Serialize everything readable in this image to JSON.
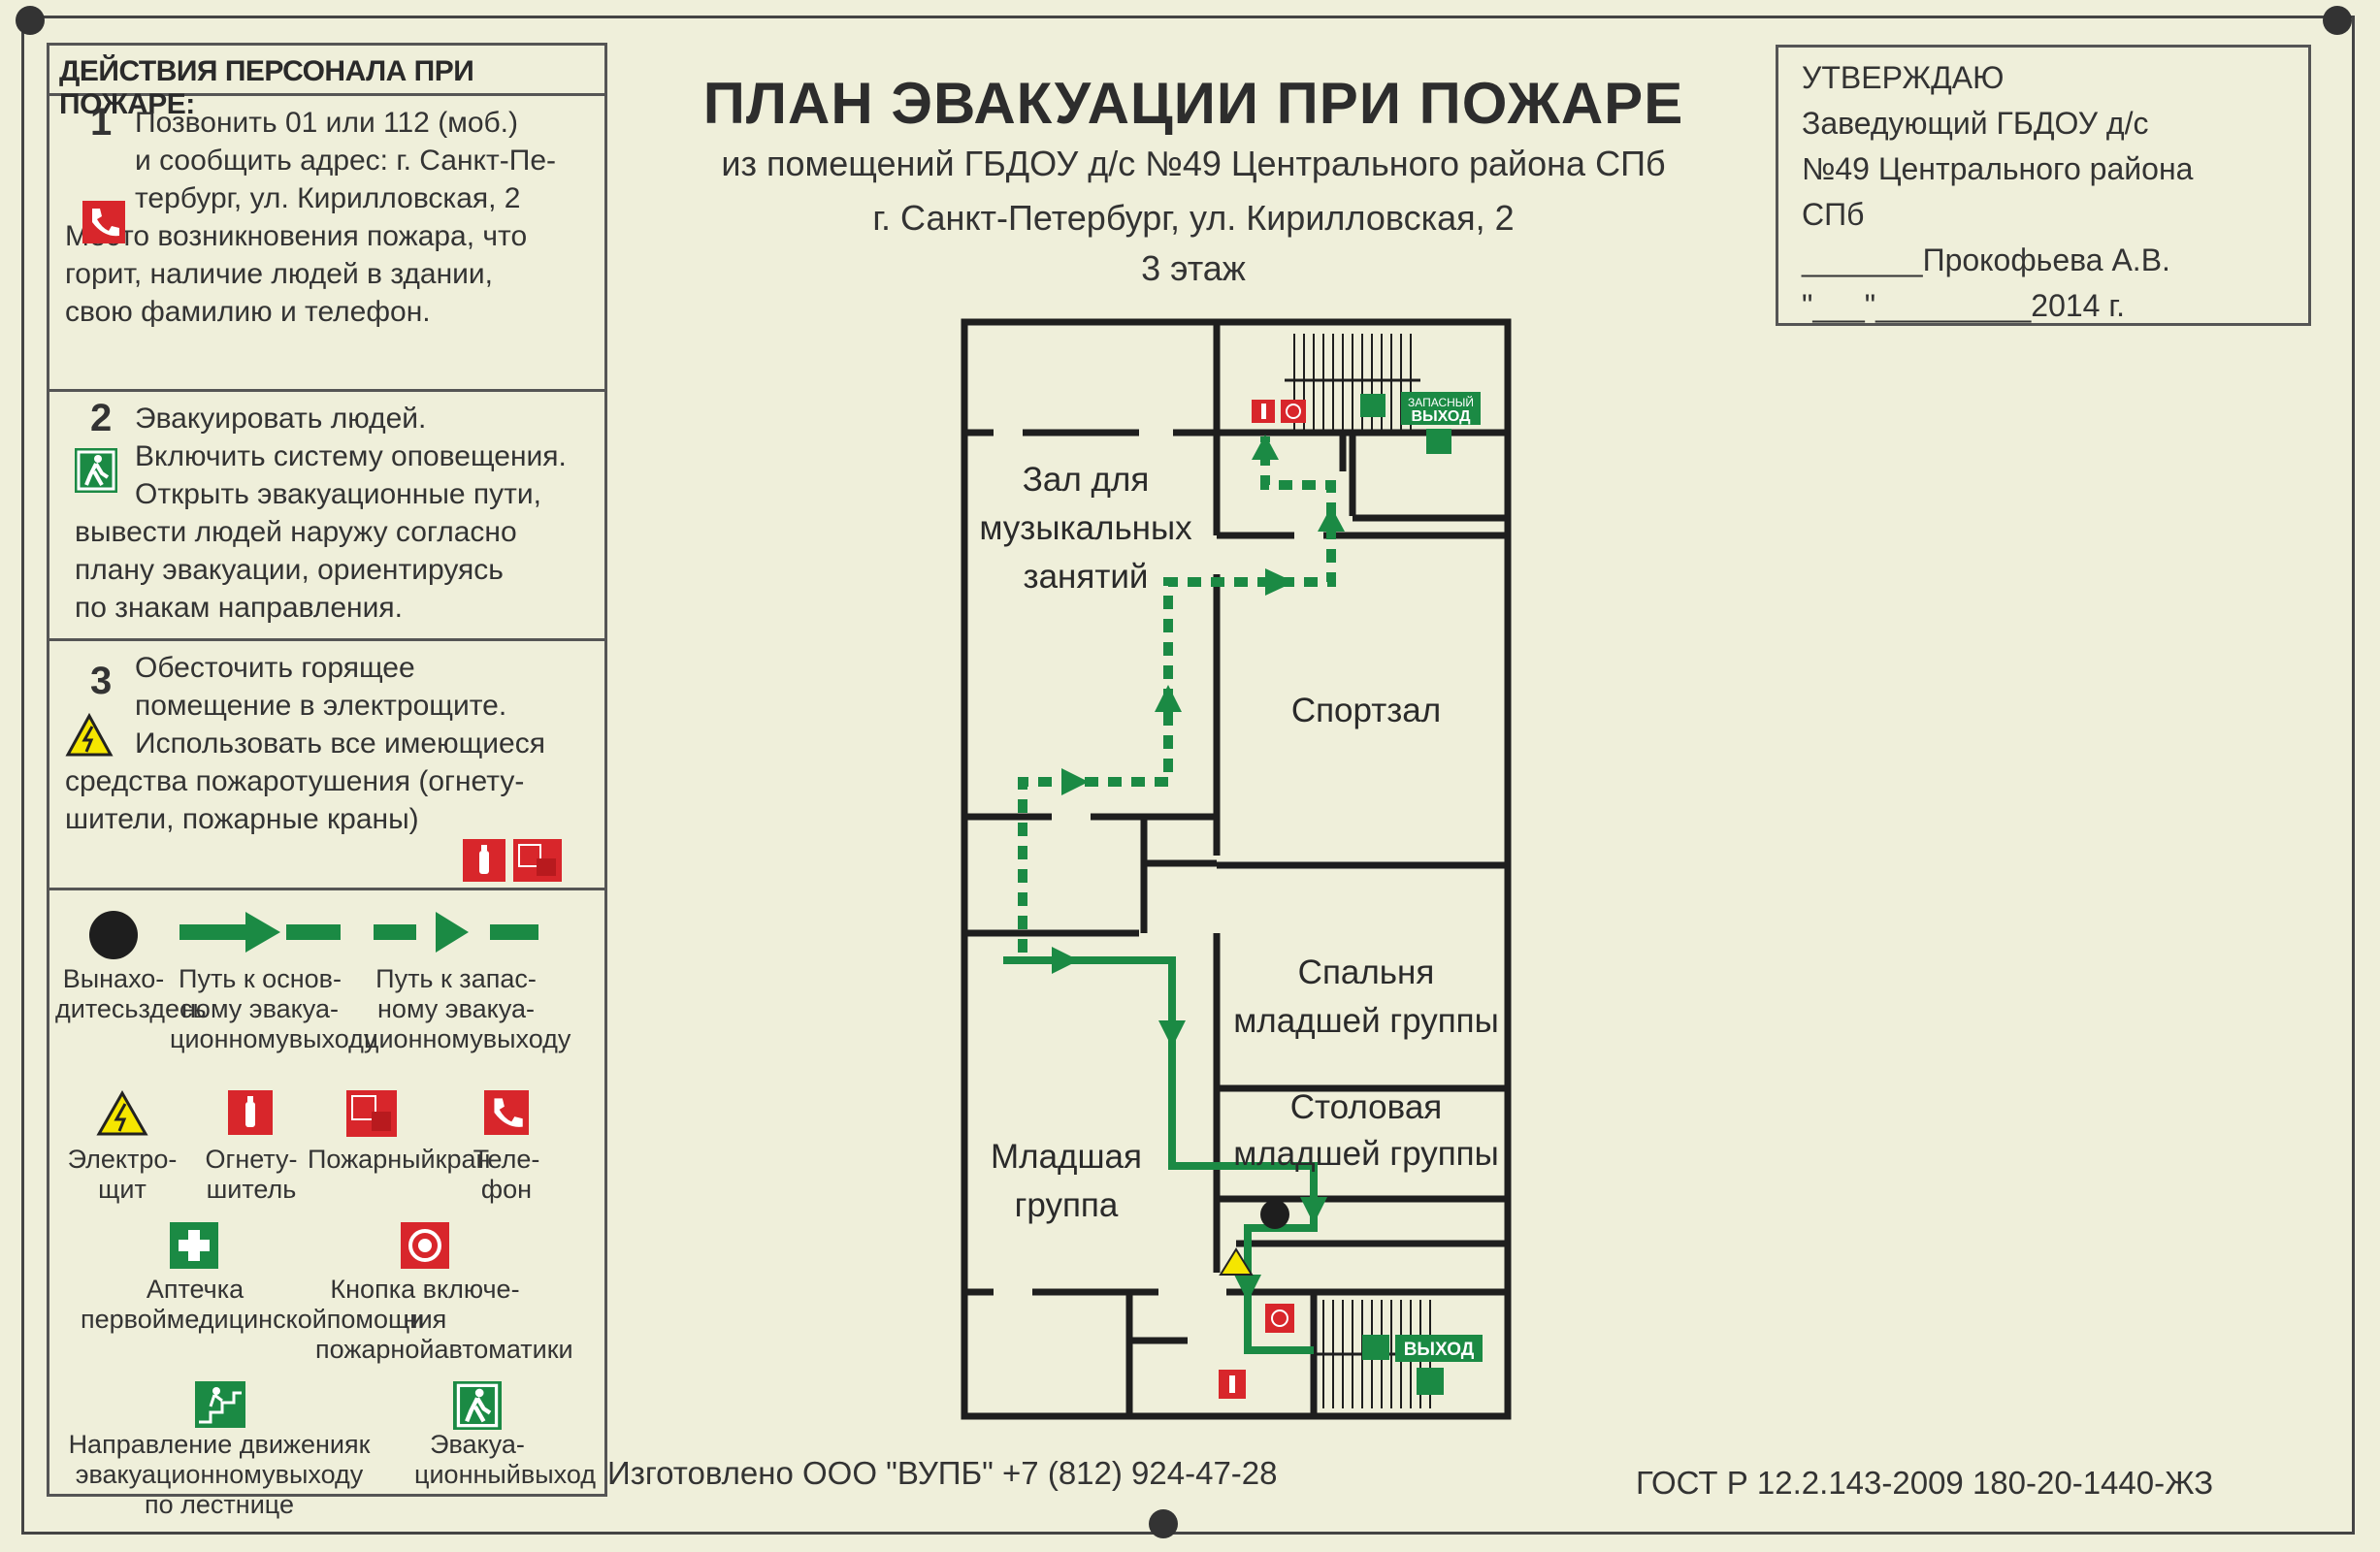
{
  "actions": {
    "header": "ДЕЙСТВИЯ ПЕРСОНАЛА ПРИ ПОЖАРЕ:",
    "step1": {
      "num": "1",
      "lines": [
        "Позвонить 01 или 112 (моб.)",
        "и сообщить адрес: г. Санкт-Пе-",
        "тербург, ул. Кирилловская, 2",
        "Место возникновения пожара, что",
        "горит, наличие людей в здании,",
        "свою фамилию и телефон."
      ]
    },
    "step2": {
      "num": "2",
      "lines": [
        "Эвакуировать людей.",
        "Включить систему оповещения.",
        "Открыть эвакуационные пути,",
        "вывести людей наружу согласно",
        "плану эвакуации, ориентируясь",
        "по знакам направления."
      ]
    },
    "step3": {
      "num": "3",
      "lines": [
        "Обесточить горящее",
        "помещение в электрощите.",
        "Использовать все имеющиеся",
        "средства пожаротушения (огнету-",
        "шители, пожарные краны)"
      ]
    }
  },
  "legend": {
    "you_are_here": [
      "Вы",
      "нахо-",
      "дитесь",
      "здесь"
    ],
    "main_route": [
      "Путь к основ-",
      "ному эвакуа-",
      "ционному",
      "выходу"
    ],
    "spare_route": [
      "Путь к запас-",
      "ному эвакуа-",
      "ционному",
      "выходу"
    ],
    "electrical_panel": [
      "Электро-",
      "щит"
    ],
    "extinguisher": [
      "Огнету-",
      "шитель"
    ],
    "fire_hydrant": [
      "Пожарный",
      "кран"
    ],
    "phone": [
      "Теле-",
      "фон"
    ],
    "first_aid": [
      "Аптечка первой",
      "медицинской",
      "помощи"
    ],
    "alarm_button": [
      "Кнопка включе-",
      "ния пожарной",
      "автоматики"
    ],
    "stairs_direction": [
      "Направление движения",
      "к эвакуационному",
      "выходу по лестнице"
    ],
    "exit": [
      "Эвакуа-",
      "ционный",
      "выход"
    ]
  },
  "title": "ПЛАН ЭВАКУАЦИИ ПРИ ПОЖАРЕ",
  "subtitle1": "из помещений ГБДОУ д/с №49 Центрального района СПб",
  "subtitle2": "г. Санкт-Петербург, ул. Кирилловская, 2",
  "floor": "3 этаж",
  "approval": {
    "lines": [
      "УТВЕРЖДАЮ",
      "Заведующий ГБДОУ д/с",
      "№49 Центрального района",
      "СПб",
      "_______Прокофьева А.В.",
      "\"___\"_________2014 г."
    ]
  },
  "rooms": {
    "music_hall": [
      "Зал для",
      "музыкальных",
      "занятий"
    ],
    "gym": "Спортзал",
    "bedroom": [
      "Спальня",
      "младшей группы"
    ],
    "dining": [
      "Столовая",
      "младшей группы"
    ],
    "junior_group": [
      "Младшая",
      "группа"
    ]
  },
  "signs": {
    "spare_exit": [
      "ЗАПАСНЫЙ",
      "ВЫХОД"
    ],
    "main_exit": "ВЫХОД"
  },
  "footer": {
    "maker": "Изготовлено ООО \"ВУПБ\" +7 (812) 924-47-28",
    "gost": "ГОСТ Р 12.2.143-2009 180-20-1440-ЖЗ"
  },
  "colors": {
    "route_green": "#1b8a44",
    "sign_red": "#d8262b",
    "wall": "#1e1e1e",
    "plate": "#efefda"
  }
}
